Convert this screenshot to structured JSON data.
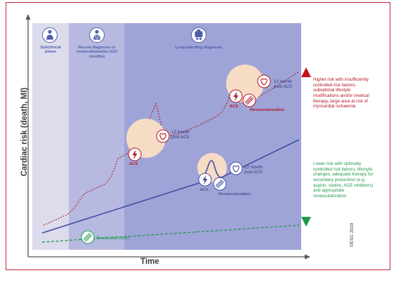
{
  "phases": [
    {
      "label": "Subclinical phase"
    },
    {
      "label": "Recent diagnosis or revascularization (≤12 months)"
    },
    {
      "label": "Long-standing diagnosis"
    }
  ],
  "axes": {
    "y_label": "Cardiac risk (death, MI)",
    "x_label": "Time"
  },
  "events": {
    "acs_1": "ACS",
    "post_acs_1": "12 month post ACS",
    "acs_2": "ACS",
    "revasc_2": "Revascularization",
    "post_acs_2": "12 month post ACS",
    "acs_3": "ACS",
    "revasc_3": "Revascularization",
    "post_acs_3": "12 month post ACS",
    "revasc_green": "Revascularization"
  },
  "risk_notes": {
    "higher": "Higher risk with insufficiently controlled risk factors, suboptimal lifestyle modifications and/or medical therapy, large area at risk of myocardial ischaemia",
    "lower": "Lower risk with optimally controlled risk factors, lifestyle changes, adequate therapy for secondary prevention (e.g. aspirin, statins, ACE inhibitors) and appropriate revascularization"
  },
  "copyright": "©ESC 2019",
  "colors": {
    "red": "#b3141f",
    "blue": "#3f4ea0",
    "green": "#1d9a4c",
    "panel1": "#dcdcec",
    "panel2": "#b7b9e0",
    "panel3": "#9fa4d8",
    "circle": "#f6dcc4"
  },
  "icons": [
    "person-icon",
    "doctor-icon",
    "medications-icon",
    "lightning-icon",
    "stent-icon",
    "heart-icon"
  ]
}
